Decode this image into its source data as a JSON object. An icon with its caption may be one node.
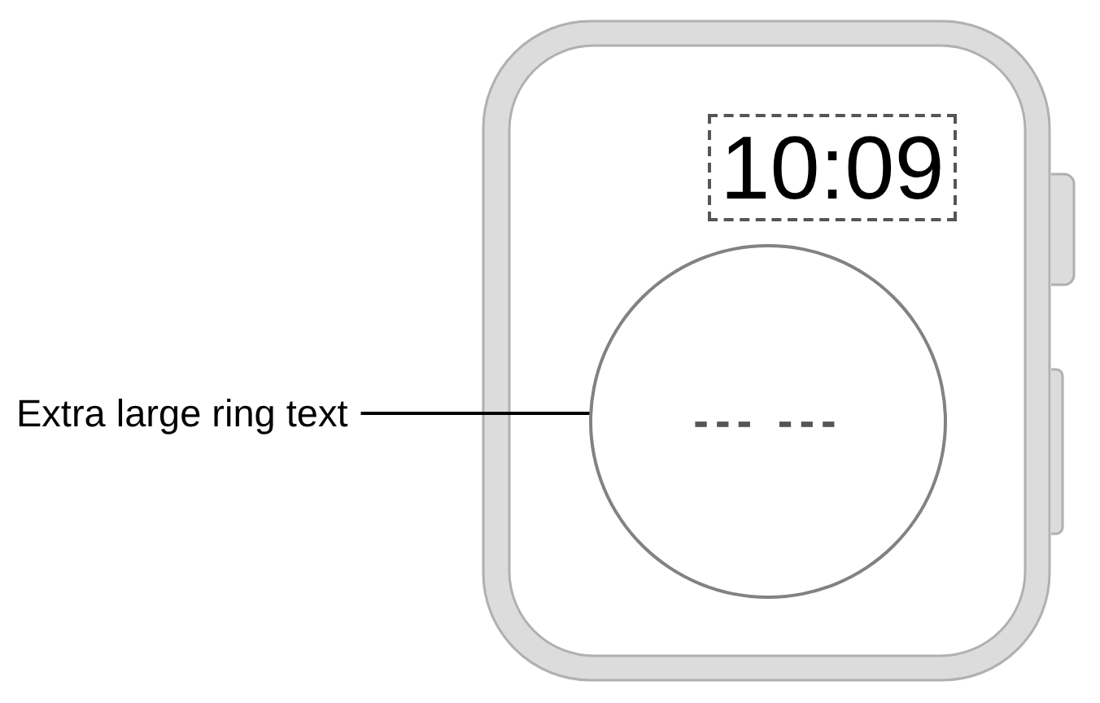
{
  "diagram": {
    "nodes": [
      {
        "text": [
          "10:09"
        ]
      },
      {
        "text": [
          "--- ---"
        ]
      },
      {
        "text": [
          "Extra large ring text"
        ]
      }
    ],
    "edges": [
      {
        "from": 2,
        "to": 1,
        "arrow": "none"
      }
    ]
  }
}
